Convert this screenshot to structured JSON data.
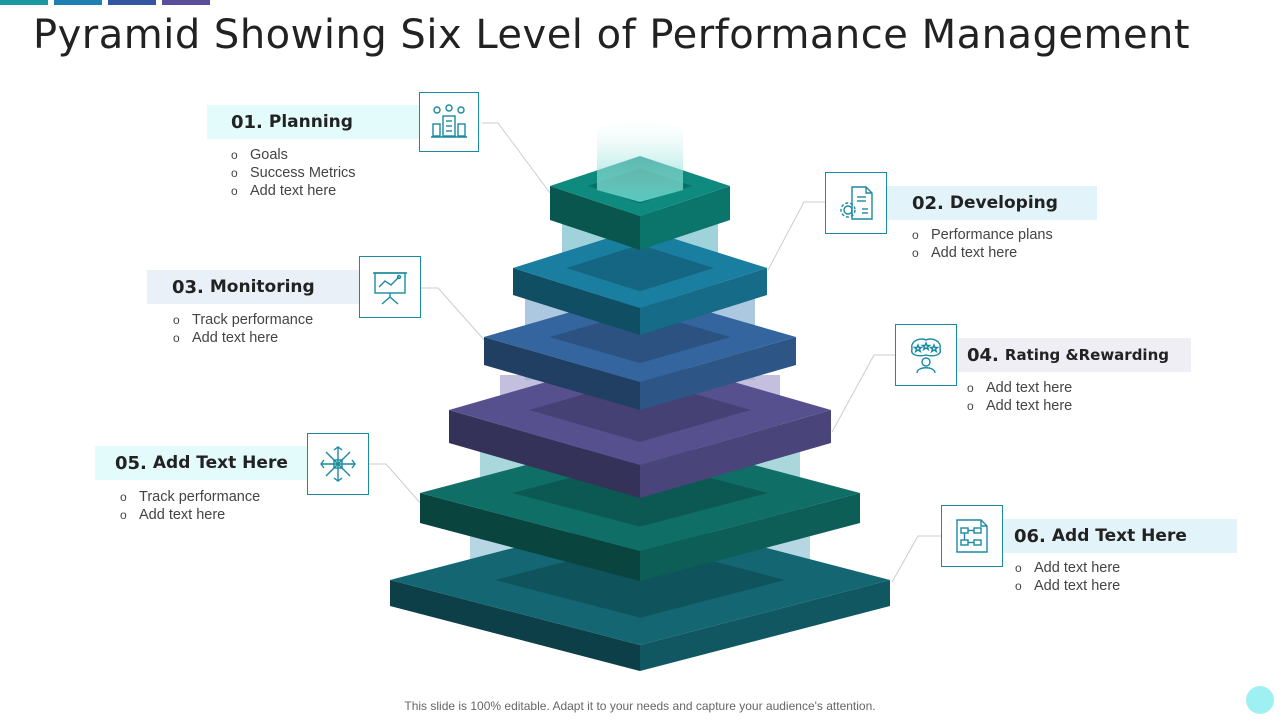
{
  "slide": {
    "title": "Pyramid Showing Six Level of Performance Management",
    "footer": "This slide is 100% editable. Adapt it to your needs and capture your audience's attention."
  },
  "colors": {
    "top_bar": [
      "#1a9aa0",
      "#1f7fb0",
      "#3456a0",
      "#5a4d9a"
    ],
    "levels": [
      "#0e8a7e",
      "#1a7ea0",
      "#35659e",
      "#56508f",
      "#0f6e66",
      "#136672"
    ],
    "icon_stroke": "#1a8aa0"
  },
  "levels": [
    {
      "num": "01.",
      "name": "Planning",
      "label_bg": "#e4fbfb",
      "icon": "people-building-icon",
      "bullets": [
        "Goals",
        "Success Metrics",
        "Add text here"
      ]
    },
    {
      "num": "02.",
      "name": "Developing",
      "label_bg": "#e3f3fa",
      "icon": "gear-document-icon",
      "bullets": [
        "Performance plans",
        "Add text here"
      ]
    },
    {
      "num": "03.",
      "name": "Monitoring",
      "label_bg": "#eaf0f7",
      "icon": "presentation-board-icon",
      "bullets": [
        "Track performance",
        "Add text here"
      ]
    },
    {
      "num": "04.",
      "name": "Rating &Rewarding",
      "label_bg": "#efeef5",
      "icon": "person-stars-icon",
      "bullets": [
        "Add text here",
        "Add text here"
      ]
    },
    {
      "num": "05.",
      "name": "Add Text Here",
      "label_bg": "#e4fbfb",
      "icon": "snowflake-arrows-icon",
      "bullets": [
        "Track performance",
        "Add text here"
      ]
    },
    {
      "num": "06.",
      "name": "Add Text Here",
      "label_bg": "#e3f3fa",
      "icon": "flowchart-document-icon",
      "bullets": [
        "Add text here",
        "Add text here"
      ]
    }
  ]
}
